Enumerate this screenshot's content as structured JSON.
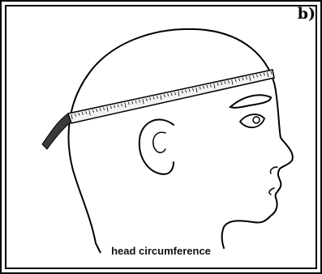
{
  "figure": {
    "panel_label": "b)",
    "caption": "head circumference"
  },
  "colors": {
    "line": "#000000",
    "tape": "#f2f2f2",
    "background": "#ffffff"
  },
  "icons": [
    "head-profile-illustration",
    "measuring-tape-icon"
  ]
}
